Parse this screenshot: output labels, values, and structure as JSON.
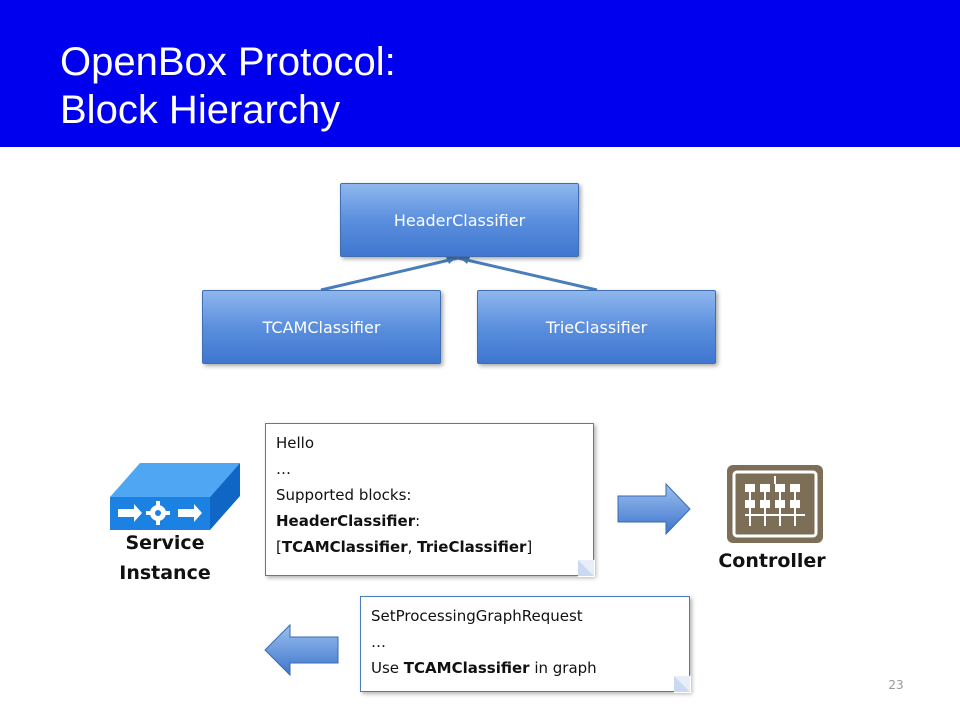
{
  "title": {
    "line1": "OpenBox Protocol:",
    "line2": "Block Hierarchy"
  },
  "hierarchy": {
    "root": "HeaderClassifier",
    "children": [
      "TCAMClassifier",
      "TrieClassifier"
    ]
  },
  "hello_message": {
    "line1": "Hello",
    "line2": "…",
    "line3": "Supported blocks:",
    "line4_bold": "HeaderClassifier",
    "line4_rest": ":",
    "line5_open": "[",
    "line5_b1": "TCAMClassifier",
    "line5_sep": ", ",
    "line5_b2": "TrieClassifier",
    "line5_close": "]"
  },
  "request_message": {
    "line1": "SetProcessingGraphRequest",
    "line2": "…",
    "line3_pre": "Use ",
    "line3_bold": "TCAMClassifier",
    "line3_post": " in graph"
  },
  "labels": {
    "service_line1": "Service",
    "service_line2": "Instance",
    "controller": "Controller"
  },
  "page_number": "23",
  "colors": {
    "header": "#0000ee",
    "block": "#4f86d8",
    "icon_bg": "#7d6e57"
  }
}
